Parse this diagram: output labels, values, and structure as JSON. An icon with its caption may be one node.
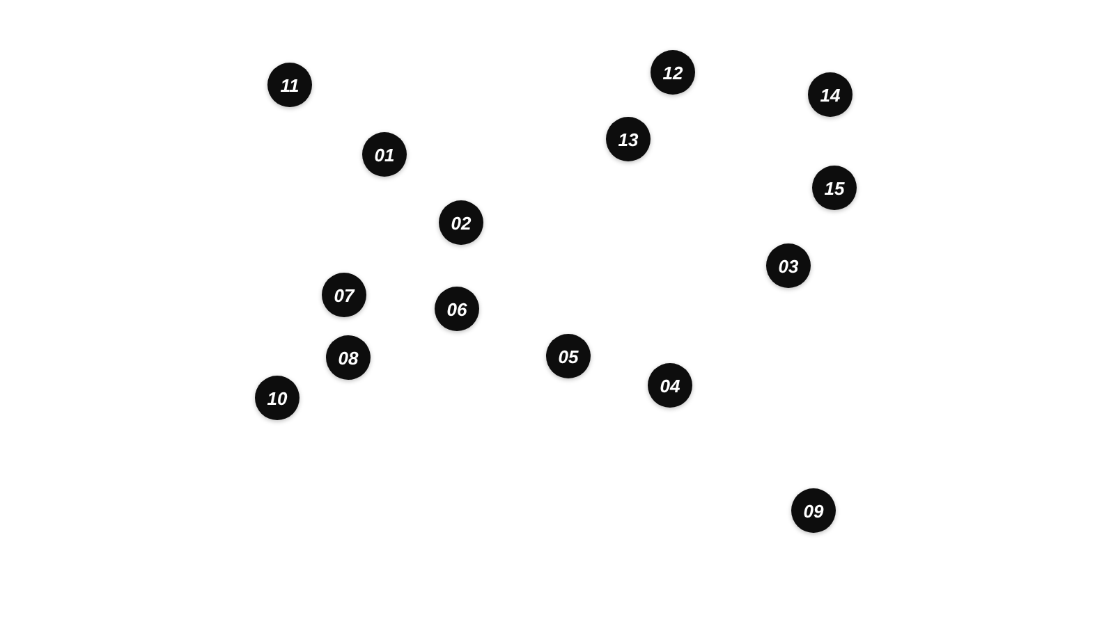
{
  "diagram": {
    "nodes": [
      {
        "text": [
          "12"
        ]
      },
      {
        "text": [
          "11"
        ]
      },
      {
        "text": [
          "14"
        ]
      },
      {
        "text": [
          "13"
        ]
      },
      {
        "text": [
          "01"
        ]
      },
      {
        "text": [
          "15"
        ]
      },
      {
        "text": [
          "02"
        ]
      },
      {
        "text": [
          "03"
        ]
      },
      {
        "text": [
          "07"
        ]
      },
      {
        "text": [
          "06"
        ]
      },
      {
        "text": [
          "05"
        ]
      },
      {
        "text": [
          "08"
        ]
      },
      {
        "text": [
          "04"
        ]
      },
      {
        "text": [
          "10"
        ]
      },
      {
        "text": [
          "09"
        ]
      }
    ]
  }
}
